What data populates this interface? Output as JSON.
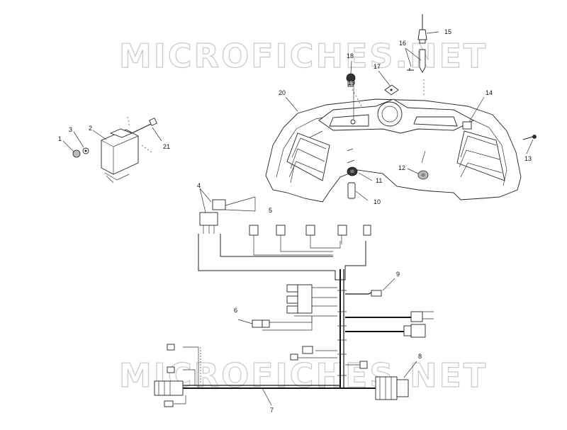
{
  "watermark": {
    "text": "MICROFICHES.NET"
  },
  "callouts": [
    {
      "id": "c1",
      "label": "1"
    },
    {
      "id": "c2",
      "label": "2"
    },
    {
      "id": "c3",
      "label": "3"
    },
    {
      "id": "c4",
      "label": "4"
    },
    {
      "id": "c5",
      "label": "5"
    },
    {
      "id": "c6",
      "label": "6"
    },
    {
      "id": "c7",
      "label": "7"
    },
    {
      "id": "c8",
      "label": "8"
    },
    {
      "id": "c9",
      "label": "9"
    },
    {
      "id": "c10",
      "label": "10"
    },
    {
      "id": "c11",
      "label": "11"
    },
    {
      "id": "c12",
      "label": "12"
    },
    {
      "id": "c13",
      "label": "13"
    },
    {
      "id": "c14",
      "label": "14"
    },
    {
      "id": "c15",
      "label": "15"
    },
    {
      "id": "c16",
      "label": "16"
    },
    {
      "id": "c17",
      "label": "17"
    },
    {
      "id": "c18",
      "label": "18"
    },
    {
      "id": "c19",
      "label": "19"
    },
    {
      "id": "c20",
      "label": "20"
    },
    {
      "id": "c21",
      "label": "21"
    }
  ]
}
